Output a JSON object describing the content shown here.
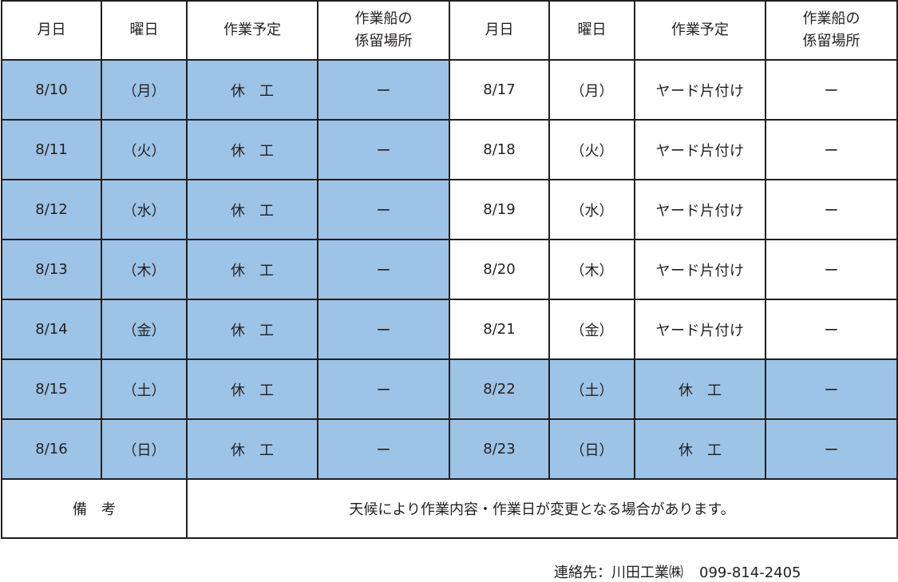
{
  "headers": {
    "date": "月日",
    "weekday": "曜日",
    "task": "作業予定",
    "mooring_line1": "作業船の",
    "mooring_line2": "係留場所"
  },
  "left_rows": [
    {
      "date": "8/10",
      "weekday": "（月）",
      "task": "休　工",
      "mooring": "ー"
    },
    {
      "date": "8/11",
      "weekday": "（火）",
      "task": "休　工",
      "mooring": "ー"
    },
    {
      "date": "8/12",
      "weekday": "（水）",
      "task": "休　工",
      "mooring": "ー"
    },
    {
      "date": "8/13",
      "weekday": "（木）",
      "task": "休　工",
      "mooring": "ー"
    },
    {
      "date": "8/14",
      "weekday": "（金）",
      "task": "休　工",
      "mooring": "ー"
    },
    {
      "date": "8/15",
      "weekday": "（土）",
      "task": "休　工",
      "mooring": "ー"
    },
    {
      "date": "8/16",
      "weekday": "（日）",
      "task": "休　工",
      "mooring": "ー"
    }
  ],
  "right_rows": [
    {
      "date": "8/17",
      "weekday": "（月）",
      "task": "ヤード片付け",
      "mooring": "ー"
    },
    {
      "date": "8/18",
      "weekday": "（火）",
      "task": "ヤード片付け",
      "mooring": "ー"
    },
    {
      "date": "8/19",
      "weekday": "（水）",
      "task": "ヤード片付け",
      "mooring": "ー"
    },
    {
      "date": "8/20",
      "weekday": "（木）",
      "task": "ヤード片付け",
      "mooring": "ー"
    },
    {
      "date": "8/21",
      "weekday": "（金）",
      "task": "ヤード片付け",
      "mooring": "ー"
    },
    {
      "date": "8/22",
      "weekday": "（土）",
      "task": "休　工",
      "mooring": "ー"
    },
    {
      "date": "8/23",
      "weekday": "（日）",
      "task": "休　工",
      "mooring": "ー"
    }
  ],
  "remarks": {
    "label": "備　考",
    "text": "天候により作業内容・作業日が変更となる場合があります。"
  },
  "contact": {
    "label": "連絡先：川田工業㈱",
    "phone": "099-814-2405"
  },
  "colors": {
    "holiday_fill": "#9dc3e6",
    "border": "#231f20"
  }
}
